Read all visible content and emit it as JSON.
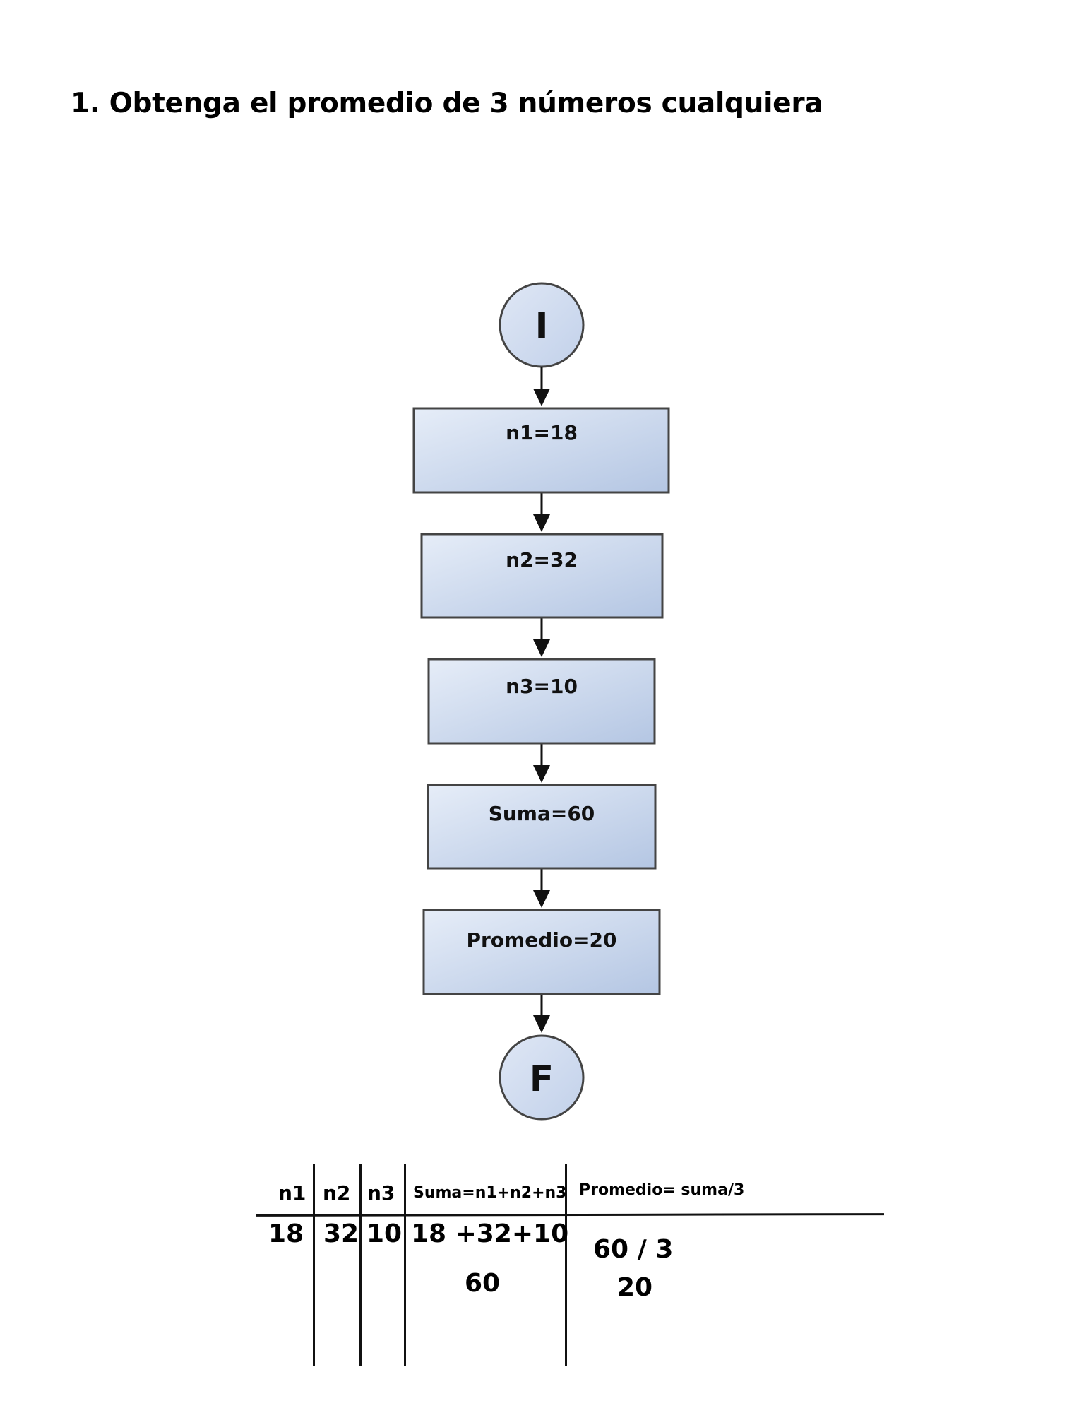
{
  "title": "1. Obtenga el promedio de 3 números cualquiera",
  "flowchart": {
    "start": "I",
    "steps": [
      "n1=18",
      "n2=32",
      "n3=10",
      "Suma=60",
      "Promedio=20"
    ],
    "end": "F",
    "colors": {
      "fill_light": "#e3eaf6",
      "fill_dark": "#b7c8e4",
      "stroke": "#444444"
    }
  },
  "trace_table": {
    "headers": [
      "n1",
      "n2",
      "n3",
      "Suma=n1+n2+n3",
      "Promedio= suma/3"
    ],
    "n1": "18",
    "n2": "32",
    "n3": "10",
    "suma_expr": "18 +32+10",
    "suma_result": "60",
    "promedio_expr": "60 / 3",
    "promedio_result": "20"
  }
}
